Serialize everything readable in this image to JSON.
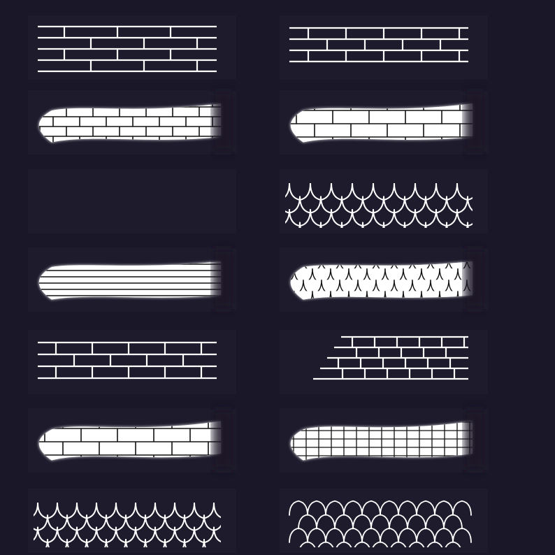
{
  "background_color": "#1a1828",
  "stroke_color": "#ffffff",
  "line_color": "#111111",
  "brushes": [
    {
      "id": "brick-outline-large",
      "pattern": "brick-outline",
      "style": "outline",
      "column": "left",
      "row": 0
    },
    {
      "id": "brick-outline-medium",
      "pattern": "brick-outline",
      "style": "outline",
      "column": "right",
      "row": 0
    },
    {
      "id": "brick-filled-small",
      "pattern": "brick",
      "style": "filled",
      "column": "left",
      "row": 1
    },
    {
      "id": "brick-filled-medium",
      "pattern": "brick",
      "style": "filled",
      "column": "right",
      "row": 1
    },
    {
      "id": "empty-slot",
      "pattern": "none",
      "style": "empty",
      "column": "left",
      "row": 2
    },
    {
      "id": "scale-outline-large",
      "pattern": "scale-outline",
      "style": "outline",
      "column": "right",
      "row": 2
    },
    {
      "id": "siding-filled",
      "pattern": "siding",
      "style": "filled",
      "column": "left",
      "row": 3
    },
    {
      "id": "scale-filled",
      "pattern": "scale",
      "style": "filled",
      "column": "right",
      "row": 3
    },
    {
      "id": "brick-outline-sparse",
      "pattern": "brick-outline",
      "style": "outline",
      "column": "left",
      "row": 4
    },
    {
      "id": "brick-outline-small",
      "pattern": "brick-outline",
      "style": "outline",
      "column": "right",
      "row": 4
    },
    {
      "id": "brick-filled-large",
      "pattern": "brick",
      "style": "filled",
      "column": "left",
      "row": 5
    },
    {
      "id": "tile-filled-grid",
      "pattern": "tile",
      "style": "filled",
      "column": "right",
      "row": 5
    },
    {
      "id": "scale-outline-medium",
      "pattern": "scale-outline",
      "style": "outline",
      "column": "left",
      "row": 6
    },
    {
      "id": "arch-outline",
      "pattern": "arch-outline",
      "style": "outline",
      "column": "right",
      "row": 6
    }
  ]
}
